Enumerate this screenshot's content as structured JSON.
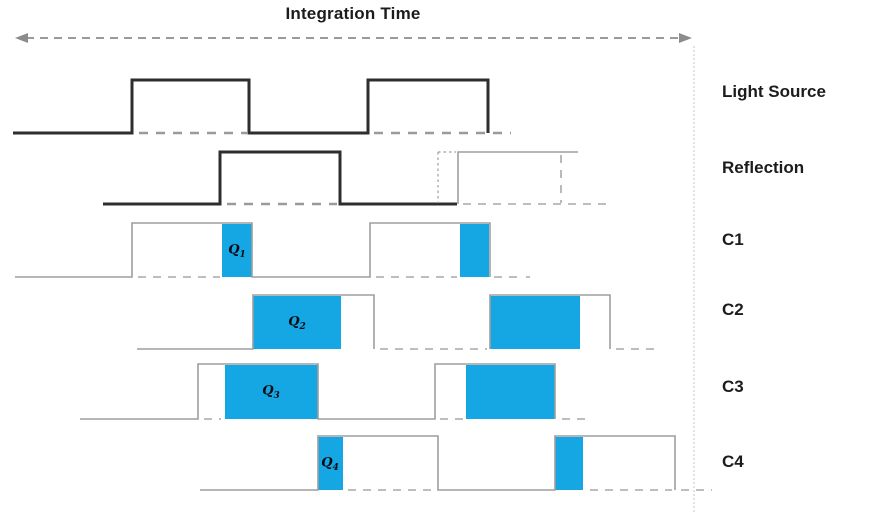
{
  "title": {
    "text": "Integration Time"
  },
  "colors": {
    "charge_blue": "#14A7E3",
    "waveform_dark": "#2e2e2e",
    "waveform_gray": "#9e9e9e",
    "label_text": "#1c1c1c",
    "background": "#ffffff"
  },
  "rows": [
    {
      "label": "Light Source"
    },
    {
      "label": "Reflection"
    },
    {
      "label": "C1",
      "charge": {
        "symbol": "Q",
        "sub": "1"
      }
    },
    {
      "label": "C2",
      "charge": {
        "symbol": "Q",
        "sub": "2"
      }
    },
    {
      "label": "C3",
      "charge": {
        "symbol": "Q",
        "sub": "3"
      }
    },
    {
      "label": "C4",
      "charge": {
        "symbol": "Q",
        "sub": "4"
      }
    }
  ]
}
